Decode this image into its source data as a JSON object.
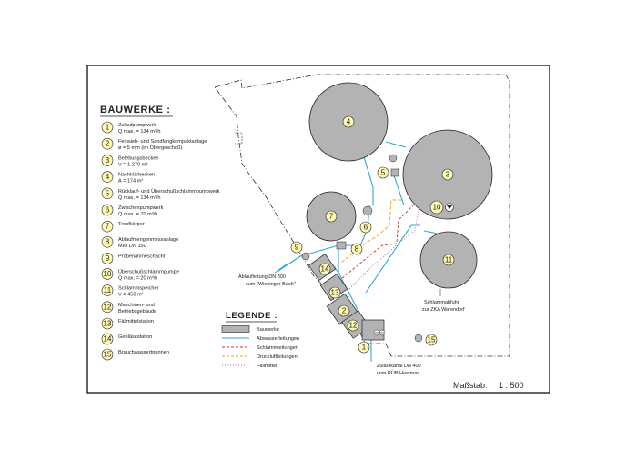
{
  "bauwerke_title": "BAUWERKE :",
  "bauwerke": [
    {
      "num": "1",
      "lines": [
        "Zulaufpumpwerk",
        "Q max. = 134 m³/h"
      ]
    },
    {
      "num": "2",
      "lines": [
        "Feinsieb- und Sandfangkompaktanlage",
        "ø = 5 mm (im Obergeschoß)"
      ]
    },
    {
      "num": "3",
      "lines": [
        "Belebungsbecken",
        "V = 1.270 m³"
      ]
    },
    {
      "num": "4",
      "lines": [
        "Nachklärbecken",
        "A = 174 m²"
      ]
    },
    {
      "num": "5",
      "lines": [
        "Rücklauf- und Überschußschlammpumpwerk",
        "Q max. = 134 m³/h"
      ]
    },
    {
      "num": "6",
      "lines": [
        "Zwischenpumpwerk",
        "Q max. = 70 m³/h"
      ]
    },
    {
      "num": "7",
      "lines": [
        "Tropfkörper"
      ]
    },
    {
      "num": "8",
      "lines": [
        "Ablaufmengenmessanlage",
        "MID DN 150"
      ]
    },
    {
      "num": "9",
      "lines": [
        "Probenahmeschacht"
      ]
    },
    {
      "num": "10",
      "lines": [
        "Überschußschlammpumpe",
        "Q max. = 20 m³/h"
      ]
    },
    {
      "num": "11",
      "lines": [
        "Schlammspeicher",
        "V = 450 m³"
      ]
    },
    {
      "num": "12",
      "lines": [
        "Maschinen- und",
        "Betriebsgebäude"
      ]
    },
    {
      "num": "13",
      "lines": [
        "Fällmittelstation"
      ]
    },
    {
      "num": "14",
      "lines": [
        "Gebläsestation"
      ]
    },
    {
      "num": "15",
      "lines": [
        "Brauchwasserbrunnen"
      ]
    }
  ],
  "legend": {
    "title": "LEGENDE :",
    "items": [
      {
        "label": "Bauwerke",
        "style": "box",
        "color": "#b3b3b3"
      },
      {
        "label": "Abwasserleitungen",
        "style": "solid",
        "color": "#29a9d6"
      },
      {
        "label": "Schlammleitungen",
        "style": "dash",
        "color": "#c0392b"
      },
      {
        "label": "Druckluftleitungen",
        "style": "dash",
        "color": "#e6a817"
      },
      {
        "label": "Fällmittel",
        "style": "dot",
        "color": "#d24fa0"
      }
    ]
  },
  "annotations": {
    "ablauf_line1": "Ablaufleitung DN 300",
    "ablauf_line2": "zum \"Wieninger Bach\"",
    "schlamm_line1": "Schlammabfuhr",
    "schlamm_line2": "zur ZKA Warendorf",
    "zulauf_line1": "Zulaufkanal DN 400",
    "zulauf_line2": "vom RÜB Hoetmar"
  },
  "scale": {
    "label": "Maßstab:",
    "value": "1 : 500"
  },
  "labels_on_plan": {
    "tank4": "4",
    "tank3": "3",
    "tank7": "7",
    "tank11": "11",
    "c5": "5",
    "c6": "6",
    "c8": "8",
    "c9": "9",
    "c10": "10",
    "c1": "1",
    "c15": "15",
    "b14": "14",
    "b13": "13",
    "b2": "2",
    "b12": "12"
  },
  "colors": {
    "frame": "#222222",
    "structure_fill": "#b3b3b3",
    "legend_circle_fill": "#fff8b3",
    "water": "#29a9d6",
    "sludge": "#c0392b",
    "air": "#e6a817",
    "precip": "#d24fa0"
  }
}
